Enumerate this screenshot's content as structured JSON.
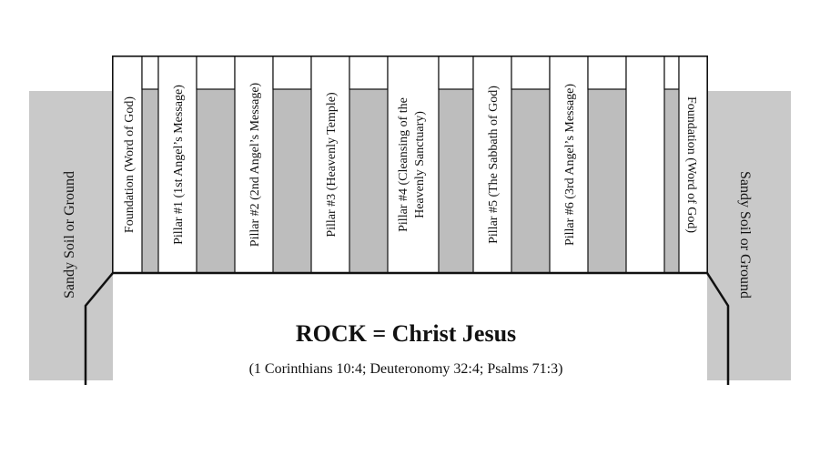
{
  "diagram": {
    "colors": {
      "soil": "#c9c9c9",
      "column_fill": "#ffffff",
      "gap_fill": "#bdbdbd",
      "stroke": "#111111"
    },
    "left_soil_label": "Sandy Soil or Ground",
    "right_soil_label": "Sandy Soil or Ground",
    "columns": [
      {
        "label": "Foundation (Word of God)"
      },
      {
        "label": "Pillar #1 (1st Angel’s Message)"
      },
      {
        "label": "Pillar #2 (2nd Angel’s Message)"
      },
      {
        "label": "Pillar #3 (Heavenly Temple)"
      },
      {
        "label": "Pillar #4 (Cleansing of the",
        "label2": "Heavenly Sanctuary)"
      },
      {
        "label": "Pillar #5 (The Sabbath of God)"
      },
      {
        "label": "Pillar #6 (3rd Angel’s Message)"
      },
      {
        "label": "Foundation (Word of God)"
      }
    ],
    "rock_title": "ROCK = Christ Jesus",
    "rock_refs": "(1 Corinthians 10:4; Deuteronomy 32:4; Psalms 71:3)"
  }
}
